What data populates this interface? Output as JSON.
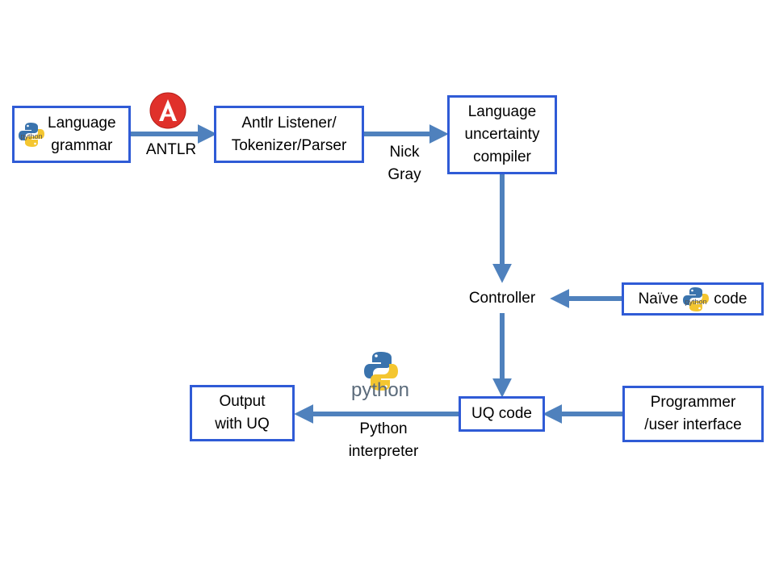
{
  "nodes": {
    "language_grammar": {
      "line1": "Language",
      "line2": "grammar"
    },
    "antlr_parser": {
      "line1": "Antlr Listener/",
      "line2": "Tokenizer/Parser"
    },
    "uncertainty_compiler": {
      "line1": "Language",
      "line2": "uncertainty",
      "line3": "compiler"
    },
    "controller": {
      "text": "Controller"
    },
    "naive_code": {
      "left": "Naïve",
      "right": "code"
    },
    "programmer_ui": {
      "line1": "Programmer",
      "line2": "/user interface"
    },
    "uq_code": {
      "text": "UQ code"
    },
    "output": {
      "line1": "Output",
      "line2": "with UQ"
    }
  },
  "edge_labels": {
    "antlr": "ANTLR",
    "nick_gray": {
      "line1": "Nick",
      "line2": "Gray"
    },
    "python_interpreter": {
      "line1": "Python",
      "line2": "interpreter"
    }
  },
  "logos": {
    "python_wordmark": "python",
    "antlr_logo_name": "antlr-logo",
    "python_logo_name": "python-logo"
  },
  "colors": {
    "box_border": "#2f5bd6",
    "arrow": "#4f81bd"
  }
}
